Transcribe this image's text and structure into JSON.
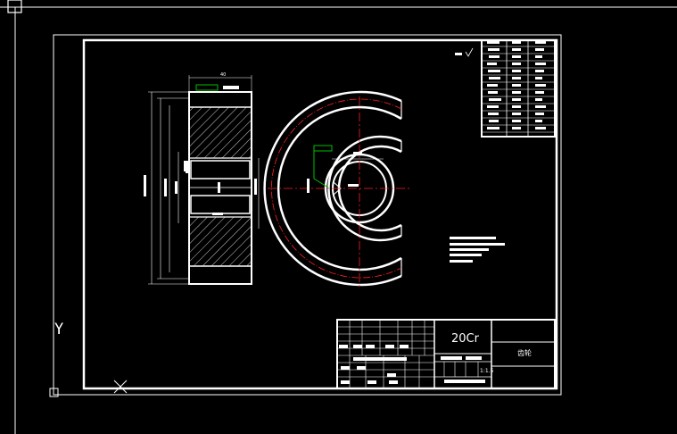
{
  "title_block": {
    "material": "20Cr",
    "part_name": "齿轮",
    "scale": "1:1.5"
  },
  "dimensions": {
    "width": "40"
  },
  "ucs": {
    "y_label": "Y"
  },
  "colors": {
    "background": "#000000",
    "line": "#ffffff",
    "center_line": "#ff2020",
    "tolerance_frame": "#00c000"
  }
}
